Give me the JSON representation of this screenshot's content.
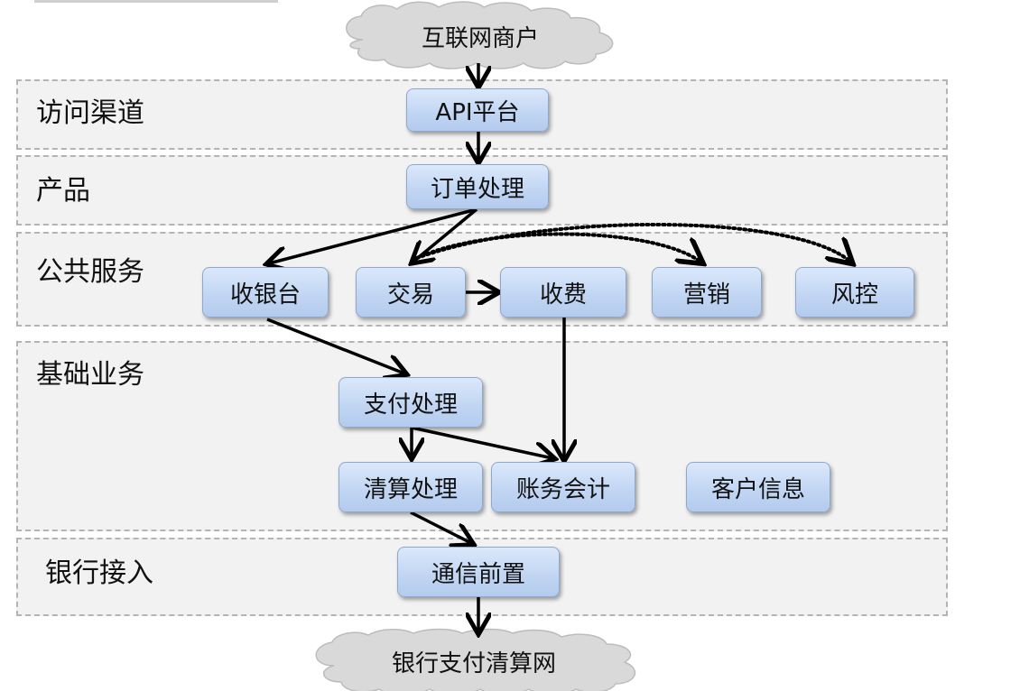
{
  "clouds": {
    "top": "互联网商户",
    "bottom": "银行支付清算网"
  },
  "layers": {
    "access": "访问渠道",
    "product": "产品",
    "public_service": "公共服务",
    "basic_business": "基础业务",
    "bank_access": "银行接入"
  },
  "nodes": {
    "api_platform": "API平台",
    "order_processing": "订单处理",
    "cashier": "收银台",
    "trade": "交易",
    "fee": "收费",
    "marketing": "营销",
    "risk_control": "风控",
    "payment_processing": "支付处理",
    "clearing_processing": "清算处理",
    "accounting": "账务会计",
    "customer_info": "客户信息",
    "comm_frontend": "通信前置"
  },
  "colors": {
    "node_fill": "#c2d6f3",
    "node_border": "#8ea8cc",
    "layer_border": "#b4b4b4",
    "layer_fill": "#f2f2f2",
    "cloud_fill": "#d9d9d9",
    "arrow": "#000000"
  }
}
